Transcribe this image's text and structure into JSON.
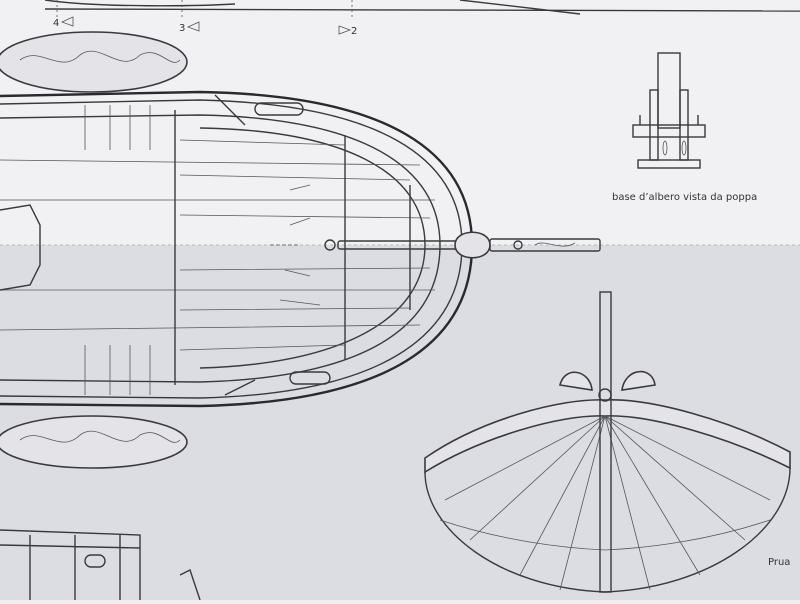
{
  "sheet": {
    "section_markers": [
      {
        "label": "4",
        "arrow": "left"
      },
      {
        "label": "3",
        "arrow": "left"
      },
      {
        "label": "2",
        "arrow": "right"
      }
    ],
    "mast_base_caption": "base d’albero vista da poppa",
    "bow_view_caption": "Prua",
    "colors": {
      "paper_top": "#efeff1",
      "paper_bottom": "#dcdde2",
      "ink": "#3a3a3e"
    }
  }
}
